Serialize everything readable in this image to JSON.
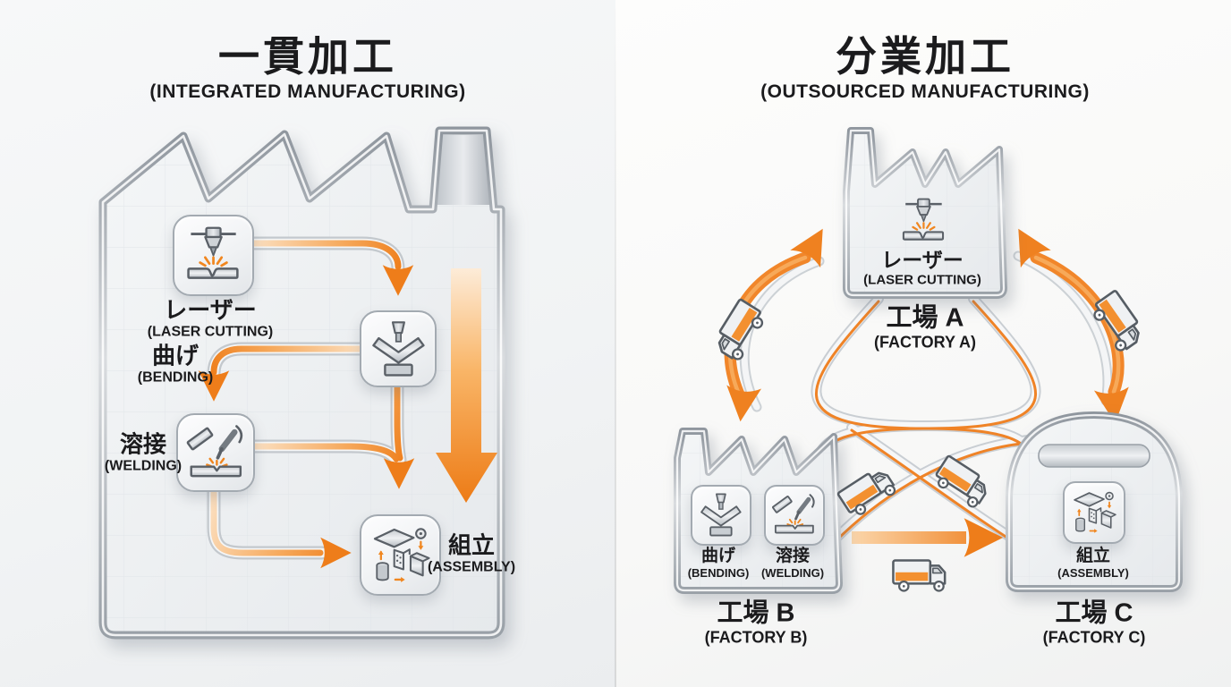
{
  "colors": {
    "accent": "#EF8120",
    "accent_light": "#F9BD7F",
    "metal": "#ADB3BA",
    "text": "#1B1B1D"
  },
  "left_panel": {
    "title": "一貫加工",
    "subtitle": "(INTEGRATED MANUFACTURING)",
    "steps": {
      "laser": {
        "jp": "レーザー",
        "en": "(LASER CUTTING)"
      },
      "bending": {
        "jp": "曲げ",
        "en": "(BENDING)"
      },
      "welding": {
        "jp": "溶接",
        "en": "(WELDING)"
      },
      "assembly": {
        "jp": "組立",
        "en": "(ASSEMBLY)"
      }
    }
  },
  "right_panel": {
    "title": "分業加工",
    "subtitle": "(OUTSOURCED MANUFACTURING)",
    "factory_a": {
      "name_jp": "工場 A",
      "name_en": "(FACTORY A)",
      "process": {
        "jp": "レーザー",
        "en": "(LASER CUTTING)"
      }
    },
    "factory_b": {
      "name_jp": "工場 B",
      "name_en": "(FACTORY B)",
      "process1": {
        "jp": "曲げ",
        "en": "(BENDING)"
      },
      "process2": {
        "jp": "溶接",
        "en": "(WELDING)"
      }
    },
    "factory_c": {
      "name_jp": "工場 C",
      "name_en": "(FACTORY C)",
      "process": {
        "jp": "組立",
        "en": "(ASSEMBLY)"
      }
    }
  }
}
